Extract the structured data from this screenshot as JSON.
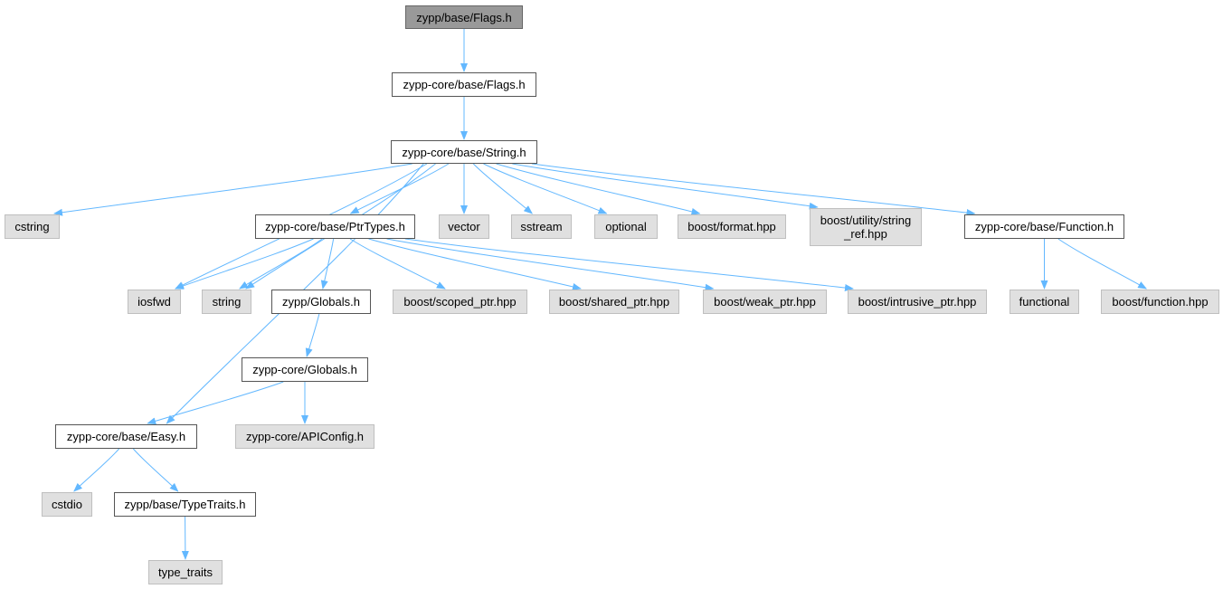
{
  "graph": {
    "title": "",
    "edge_color": "#63b8ff",
    "nodes": [
      {
        "id": "flags",
        "label": "zypp/base/Flags.h",
        "kind": "current"
      },
      {
        "id": "core_flags",
        "label": "zypp-core/base/Flags.h",
        "kind": "local"
      },
      {
        "id": "core_string",
        "label": "zypp-core/base/String.h",
        "kind": "local"
      },
      {
        "id": "cstring",
        "label": "cstring",
        "kind": "external"
      },
      {
        "id": "ptrtypes",
        "label": "zypp-core/base/PtrTypes.h",
        "kind": "local"
      },
      {
        "id": "vector",
        "label": "vector",
        "kind": "external"
      },
      {
        "id": "sstream",
        "label": "sstream",
        "kind": "external"
      },
      {
        "id": "optional",
        "label": "optional",
        "kind": "external"
      },
      {
        "id": "boost_format",
        "label": "boost/format.hpp",
        "kind": "external"
      },
      {
        "id": "boost_string_ref",
        "label": "boost/utility/string\n_ref.hpp",
        "kind": "external"
      },
      {
        "id": "core_function",
        "label": "zypp-core/base/Function.h",
        "kind": "local"
      },
      {
        "id": "iosfwd",
        "label": "iosfwd",
        "kind": "external"
      },
      {
        "id": "string",
        "label": "string",
        "kind": "external"
      },
      {
        "id": "zypp_globals",
        "label": "zypp/Globals.h",
        "kind": "local"
      },
      {
        "id": "boost_scoped",
        "label": "boost/scoped_ptr.hpp",
        "kind": "external"
      },
      {
        "id": "boost_shared",
        "label": "boost/shared_ptr.hpp",
        "kind": "external"
      },
      {
        "id": "boost_weak",
        "label": "boost/weak_ptr.hpp",
        "kind": "external"
      },
      {
        "id": "boost_intrusive",
        "label": "boost/intrusive_ptr.hpp",
        "kind": "external"
      },
      {
        "id": "functional",
        "label": "functional",
        "kind": "external"
      },
      {
        "id": "boost_function",
        "label": "boost/function.hpp",
        "kind": "external"
      },
      {
        "id": "core_globals",
        "label": "zypp-core/Globals.h",
        "kind": "local"
      },
      {
        "id": "core_easy",
        "label": "zypp-core/base/Easy.h",
        "kind": "local"
      },
      {
        "id": "apiconfig",
        "label": "zypp-core/APIConfig.h",
        "kind": "external"
      },
      {
        "id": "cstdio",
        "label": "cstdio",
        "kind": "external"
      },
      {
        "id": "typetraits",
        "label": "zypp/base/TypeTraits.h",
        "kind": "local"
      },
      {
        "id": "type_traits",
        "label": "type_traits",
        "kind": "external"
      }
    ],
    "edges": [
      {
        "from": "flags",
        "to": "core_flags"
      },
      {
        "from": "core_flags",
        "to": "core_string"
      },
      {
        "from": "core_string",
        "to": "cstring"
      },
      {
        "from": "core_string",
        "to": "core_easy"
      },
      {
        "from": "core_string",
        "to": "iosfwd"
      },
      {
        "from": "core_string",
        "to": "string"
      },
      {
        "from": "core_string",
        "to": "ptrtypes"
      },
      {
        "from": "core_string",
        "to": "vector"
      },
      {
        "from": "core_string",
        "to": "sstream"
      },
      {
        "from": "core_string",
        "to": "optional"
      },
      {
        "from": "core_string",
        "to": "boost_format"
      },
      {
        "from": "core_string",
        "to": "boost_string_ref"
      },
      {
        "from": "core_string",
        "to": "core_function"
      },
      {
        "from": "ptrtypes",
        "to": "iosfwd"
      },
      {
        "from": "ptrtypes",
        "to": "string"
      },
      {
        "from": "ptrtypes",
        "to": "zypp_globals"
      },
      {
        "from": "ptrtypes",
        "to": "boost_scoped"
      },
      {
        "from": "ptrtypes",
        "to": "boost_shared"
      },
      {
        "from": "ptrtypes",
        "to": "boost_weak"
      },
      {
        "from": "ptrtypes",
        "to": "boost_intrusive"
      },
      {
        "from": "core_function",
        "to": "functional"
      },
      {
        "from": "core_function",
        "to": "boost_function"
      },
      {
        "from": "zypp_globals",
        "to": "core_globals"
      },
      {
        "from": "core_globals",
        "to": "core_easy"
      },
      {
        "from": "core_globals",
        "to": "apiconfig"
      },
      {
        "from": "core_easy",
        "to": "cstdio"
      },
      {
        "from": "core_easy",
        "to": "typetraits"
      },
      {
        "from": "typetraits",
        "to": "type_traits"
      }
    ]
  }
}
